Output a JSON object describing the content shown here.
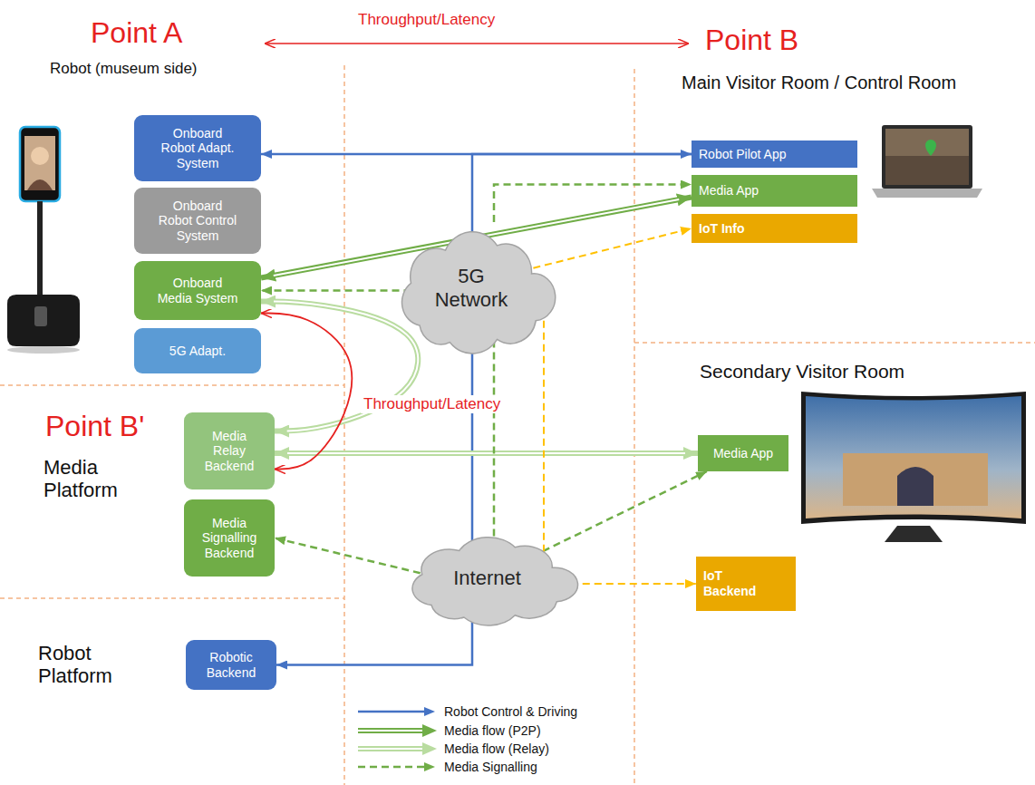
{
  "diagram": {
    "nodes": [
      {
        "text": [
          "Onboard Robot Adapt. System"
        ]
      },
      {
        "text": [
          "Onboard Robot Control System"
        ]
      },
      {
        "text": [
          "Onboard Media System"
        ]
      },
      {
        "text": [
          "5G Adapt."
        ]
      },
      {
        "text": [
          "Robot Pilot App"
        ]
      },
      {
        "text": [
          "Media App"
        ]
      },
      {
        "text": [
          "IoT Info"
        ]
      },
      {
        "text": [
          "5G Network"
        ]
      },
      {
        "text": [
          "Media Relay Backend"
        ]
      },
      {
        "text": [
          "Media Signalling Backend"
        ]
      },
      {
        "text": [
          "Internet"
        ]
      },
      {
        "text": [
          "Media App"
        ]
      },
      {
        "text": [
          "IoT Backend"
        ]
      },
      {
        "text": [
          "Robotic Backend"
        ]
      }
    ],
    "edges": [
      {
        "from": 0,
        "to": 4,
        "arrow": "both"
      },
      {
        "from": 4,
        "to": 13,
        "arrow": "to"
      },
      {
        "from": 2,
        "to": 5,
        "arrow": "both"
      },
      {
        "from": 2,
        "to": 8,
        "arrow": "both"
      },
      {
        "from": 8,
        "to": 11,
        "arrow": "both"
      },
      {
        "from": 7,
        "to": 5,
        "arrow": "to"
      },
      {
        "from": 7,
        "to": 2,
        "arrow": "to"
      },
      {
        "from": 7,
        "to": 10,
        "arrow": "none"
      },
      {
        "from": 10,
        "to": 9,
        "arrow": "to"
      },
      {
        "from": 10,
        "to": 11,
        "arrow": "to"
      },
      {
        "from": 7,
        "to": 6,
        "arrow": "to"
      },
      {
        "from": 7,
        "to": 10,
        "arrow": "none"
      },
      {
        "from": 10,
        "to": 12,
        "arrow": "to"
      },
      {
        "from": 2,
        "to": 8,
        "label": "Throughput/Latency",
        "arrow": "both"
      }
    ],
    "labels": [
      "Point A",
      "Throughput/Latency",
      "Point B",
      "Robot (museum side)",
      "Main Visitor Room / Control Room",
      "Point B'",
      "Media Platform",
      "Secondary Visitor Room",
      "Robot Platform"
    ],
    "legend": [
      {
        "text": "Robot Control & Driving"
      },
      {
        "text": "Media flow (P2P)"
      },
      {
        "text": "Media flow (Relay)"
      },
      {
        "text": "Media Signalling"
      }
    ]
  }
}
